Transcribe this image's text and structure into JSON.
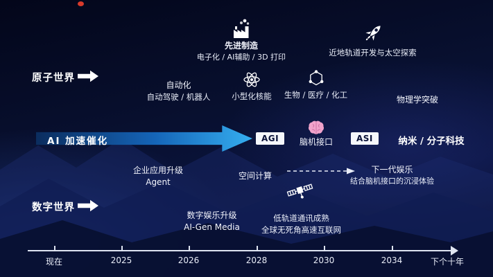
{
  "slide": {
    "rows": {
      "atom_world": "原子世界",
      "digital_world": "数字世界"
    },
    "accelerator": "AI 加速催化",
    "milestones": {
      "agi": "AGI",
      "asi": "ASI"
    },
    "groups": {
      "manufacturing": {
        "title": "先进制造",
        "subtitle": "电子化 / AI辅助 / 3D 打印"
      },
      "space": {
        "title": "近地轨道开发与太空探索"
      },
      "automation": {
        "line1": "自动化",
        "line2": "自动驾驶 / 机器人"
      },
      "nuclear": {
        "title": "小型化核能"
      },
      "bio": {
        "title": "生物 / 医疗 / 化工"
      },
      "physics": {
        "title": "物理学突破"
      },
      "bci": {
        "title": "脑机接口"
      },
      "nano": {
        "title": "纳米 / 分子科技"
      },
      "enterprise": {
        "line1": "企业应用升级",
        "line2": "Agent"
      },
      "spatial": {
        "title": "空间计算"
      },
      "next_entertainment": {
        "line1": "下一代娱乐",
        "line2": "结合脑机接口的沉浸体验"
      },
      "digital_media": {
        "line1": "数字娱乐升级",
        "line2": "AI-Gen Media"
      },
      "leo_network": {
        "line1": "低轨道通讯成熟",
        "line2": "全球无死角高速互联网"
      }
    },
    "timeline": {
      "ticks": [
        "现在",
        "2025",
        "2026",
        "2028",
        "2030",
        "2034"
      ],
      "end_label": "下个十年"
    },
    "colors": {
      "background": "#081030",
      "accel_arrow_start": "#0b2d5e",
      "accel_arrow_end": "#35aef0",
      "brain_icon": "#f0a3cb",
      "text": "#ffffff",
      "red_dot": "#d93a2b"
    }
  }
}
